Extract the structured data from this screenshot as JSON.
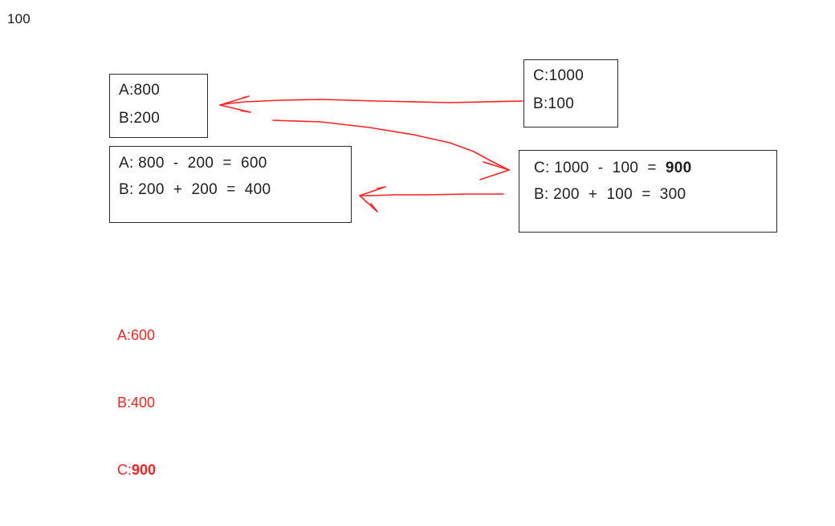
{
  "page": {
    "corner_label": "100",
    "background": "#ffffff",
    "annotation_color": "#ff2020",
    "box_border_color": "#2b2b2b",
    "text_color": "#1f1f1f"
  },
  "boxes": {
    "state_left": {
      "name": "initial-state-left",
      "line1": "A:800",
      "line2": "B:200"
    },
    "calc_left": {
      "name": "calculation-left",
      "line1": "A: 800  -  200  =  600",
      "line2": "B: 200  +  200  =  400"
    },
    "state_right": {
      "name": "initial-state-right",
      "line1": "C:1000",
      "line2": "B:100"
    },
    "calc_right": {
      "name": "calculation-right",
      "line1_prefix": "C: 1000  -  100  =  ",
      "line1_result": "900",
      "line2": "B: 200  +  100  =  300"
    }
  },
  "summary": {
    "name": "result-summary",
    "line_a": "A:600",
    "line_b": "B:400",
    "line_c_prefix": "C:",
    "line_c_value": "900"
  },
  "arrows": [
    {
      "name": "arrow-right-state-to-left-state",
      "from": "C:1000 / B:100 box",
      "to": "A:800 / B:200 box",
      "direction": "left"
    },
    {
      "name": "arrow-left-state-to-right-calc",
      "from": "A:800 / B:200 box",
      "to": "C: 1000 - 100 = 900 box",
      "direction": "right-down"
    },
    {
      "name": "arrow-right-calc-to-left-calc",
      "from": "C: 1000 - 100 = 900 box",
      "to": "A: 800 - 200 = 600 box",
      "direction": "left"
    }
  ]
}
